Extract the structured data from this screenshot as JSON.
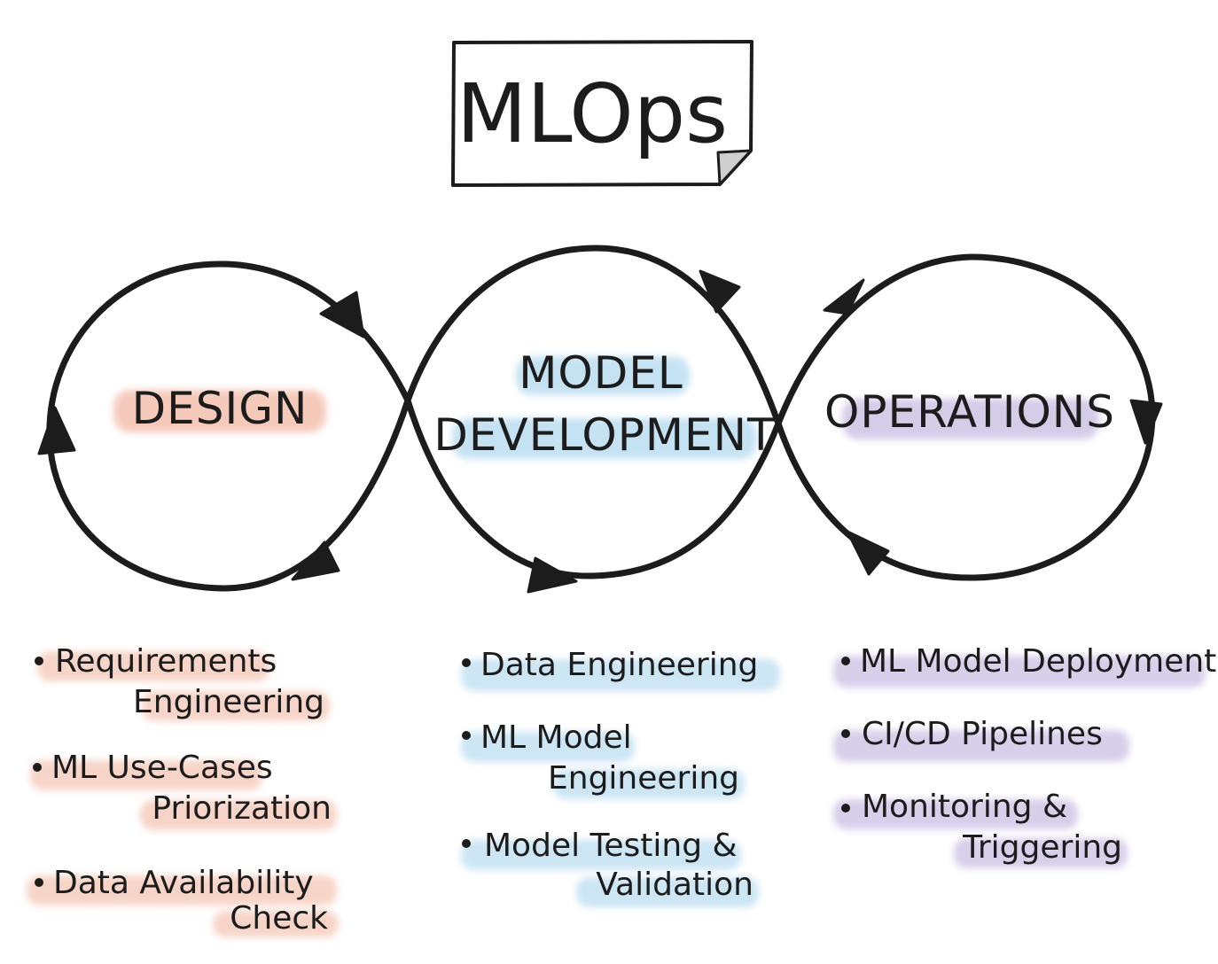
{
  "title": "MLOps",
  "phases": {
    "design": {
      "label": "DESIGN",
      "bullets": [
        [
          "Requirements",
          "Engineering"
        ],
        [
          "ML Use-Cases",
          "Priorization"
        ],
        [
          "Data Availability",
          "Check"
        ]
      ]
    },
    "model_development": {
      "label_line1": "MODEL",
      "label_line2": "DEVELOPMENT",
      "bullets": [
        [
          "Data Engineering"
        ],
        [
          "ML Model",
          "Engineering"
        ],
        [
          "Model Testing &",
          "Validation"
        ]
      ]
    },
    "operations": {
      "label": "OPERATIONS",
      "bullets": [
        [
          "ML Model Deployment"
        ],
        [
          "CI/CD Pipelines"
        ],
        [
          "Monitoring &",
          "Triggering"
        ]
      ]
    }
  },
  "colors": {
    "ink": "#1c1c1c",
    "design_highlight": "#f2b9a4",
    "development_highlight": "#b7dcf0",
    "operations_highlight": "#cbc0e3",
    "title_fold": "#cfcfcf"
  }
}
